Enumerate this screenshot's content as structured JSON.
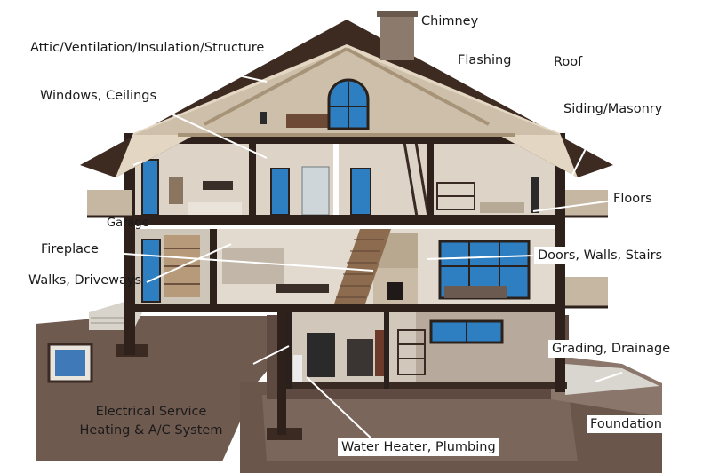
{
  "labels": {
    "chimney": "Chimney",
    "attic": "Attic/Ventilation/Insulation/Structure",
    "flashing": "Flashing",
    "roof": "Roof",
    "windows_ceilings": "Windows, Ceilings",
    "siding_masonry": "Siding/Masonry",
    "floors": "Floors",
    "garage": "Garage",
    "fireplace": "Fireplace",
    "doors_walls_stairs": "Doors, Walls, Stairs",
    "walks_driveways": "Walks, Driveways",
    "grading_drainage": "Grading, Drainage",
    "electrical_line1": "Electrical Service",
    "electrical_line2": "Heating & A/C System",
    "foundation": "Foundation",
    "water_heater": "Water Heater, Plumbing"
  },
  "colors": {
    "roof_dark": "#3b2a22",
    "roof_light": "#e3d6c2",
    "wall_dark": "#3a2a24",
    "interior_wall": "#d9cfc3",
    "floor_beam": "#2e211c",
    "window_blue": "#2e7fc2",
    "foundation": "#6e5a50",
    "ground": "#7d675b",
    "leader_line": "#ffffff"
  }
}
